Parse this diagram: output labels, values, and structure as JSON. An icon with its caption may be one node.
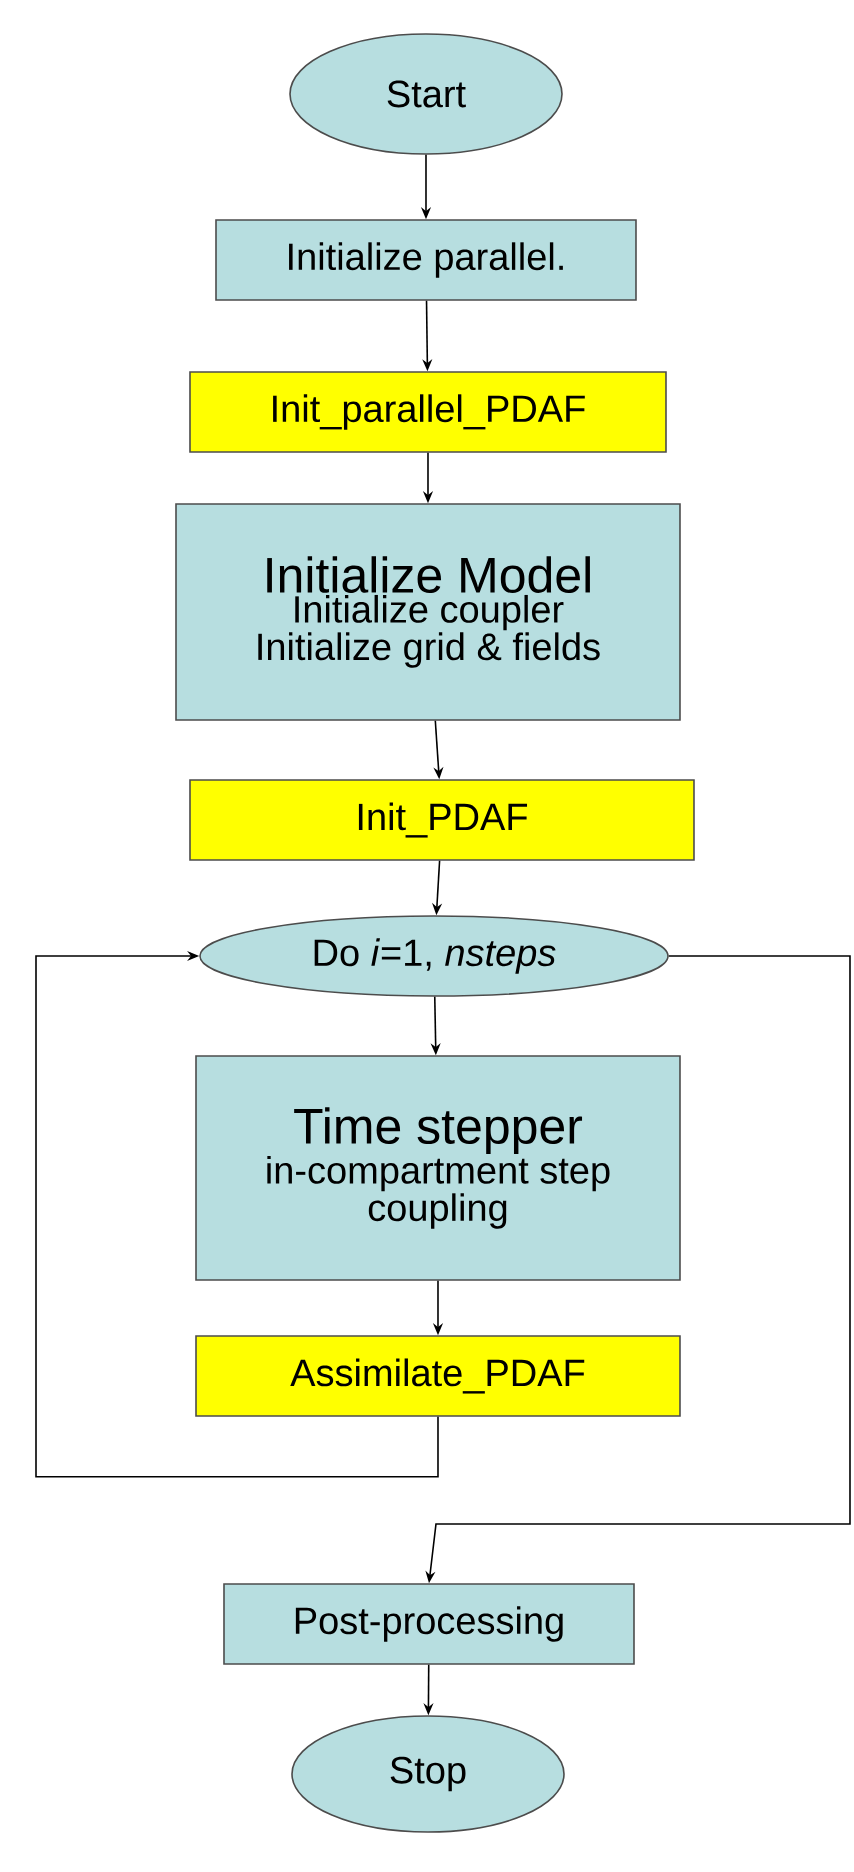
{
  "diagram": {
    "nodes": [
      {
        "text": [
          "Start"
        ]
      },
      {
        "text": [
          "Initialize parallel."
        ]
      },
      {
        "text": [
          "Init_parallel_PDAF"
        ]
      },
      {
        "text": [
          "Initialize Model",
          "Initialize coupler",
          "Initialize grid & fields"
        ]
      },
      {
        "text": [
          "Init_PDAF"
        ]
      },
      {
        "text": [
          "Do *i*=1, *nsteps*"
        ]
      },
      {
        "text": [
          "Time stepper",
          "in-compartment step",
          "coupling"
        ]
      },
      {
        "text": [
          "Assimilate_PDAF"
        ]
      },
      {
        "text": [
          "Post-processing"
        ]
      },
      {
        "text": [
          "Stop"
        ]
      }
    ],
    "edges": [
      {
        "from": 0,
        "to": 1,
        "arrow": "to"
      },
      {
        "from": 1,
        "to": 2,
        "arrow": "to"
      },
      {
        "from": 2,
        "to": 3,
        "arrow": "to"
      },
      {
        "from": 3,
        "to": 4,
        "arrow": "to"
      },
      {
        "from": 4,
        "to": 5,
        "arrow": "to"
      },
      {
        "from": 5,
        "to": 6,
        "arrow": "to"
      },
      {
        "from": 6,
        "to": 7,
        "arrow": "to"
      },
      {
        "from": 7,
        "to": 5,
        "arrow": "to"
      },
      {
        "from": 5,
        "to": 8,
        "arrow": "to"
      },
      {
        "from": 8,
        "to": 9,
        "arrow": "to"
      }
    ]
  }
}
